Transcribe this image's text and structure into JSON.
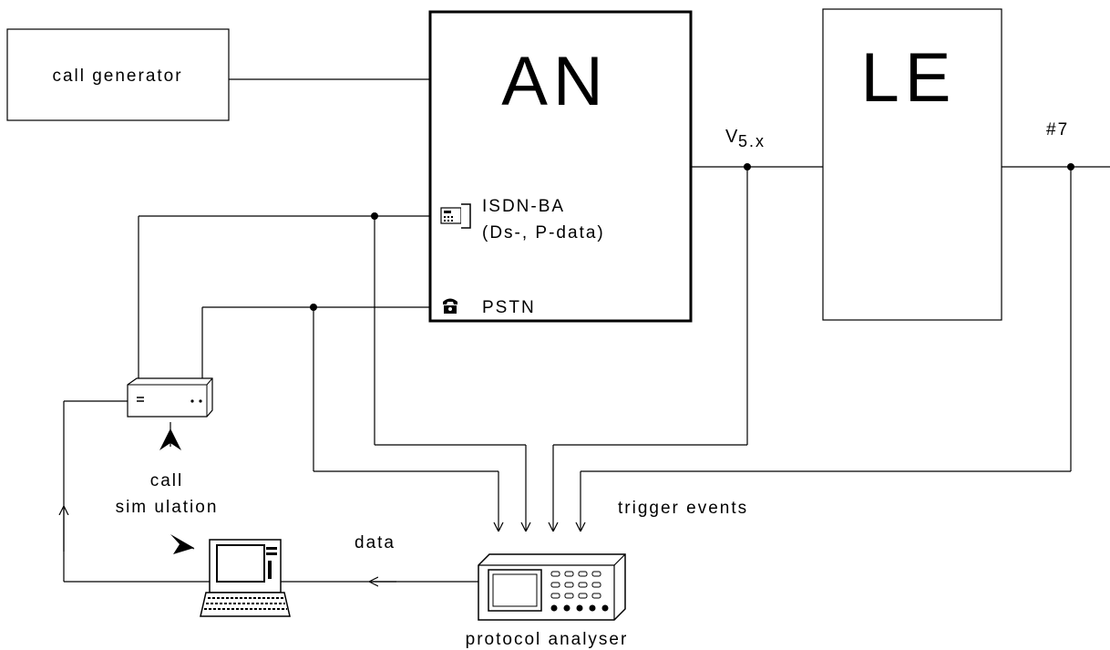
{
  "diagram": {
    "nodes": {
      "call_generator": "call generator",
      "access_network": "AN",
      "local_exchange": "LE",
      "isdn_ba_line1": "ISDN-BA",
      "isdn_ba_line2": "(Ds-, P-data)",
      "pstn": "PSTN",
      "v5_main": "V",
      "v5_sub": "5.x",
      "ss7": "#7",
      "call_simulation_line1": "call",
      "call_simulation_line2": "sim ulation",
      "protocol_analyser": "protocol analyser",
      "trigger_events": "trigger events",
      "data": "data"
    },
    "icons": {
      "isdn_terminal": "isdn-phone-icon",
      "pstn_phone": "telephone-icon",
      "simulator": "call-simulator-icon",
      "computer": "computer-icon",
      "analyser": "protocol-analyser-icon"
    }
  }
}
